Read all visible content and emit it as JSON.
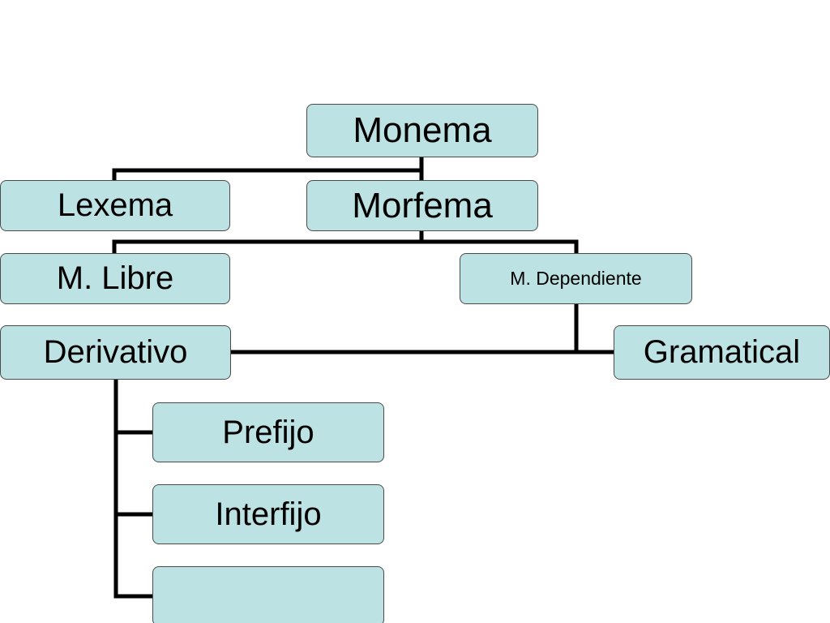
{
  "diagram": {
    "nodes": {
      "monema": "Monema",
      "lexema": "Lexema",
      "morfema": "Morfema",
      "m_libre": "M. Libre",
      "m_dependiente": "M. Dependiente",
      "derivativo": "Derivativo",
      "gramatical": "Gramatical",
      "prefijo": "Prefijo",
      "interfijo": "Interfijo",
      "blank": ""
    },
    "colors": {
      "node_fill": "#bde2e3",
      "node_border": "#4a4a4a",
      "connector": "#000000"
    }
  }
}
